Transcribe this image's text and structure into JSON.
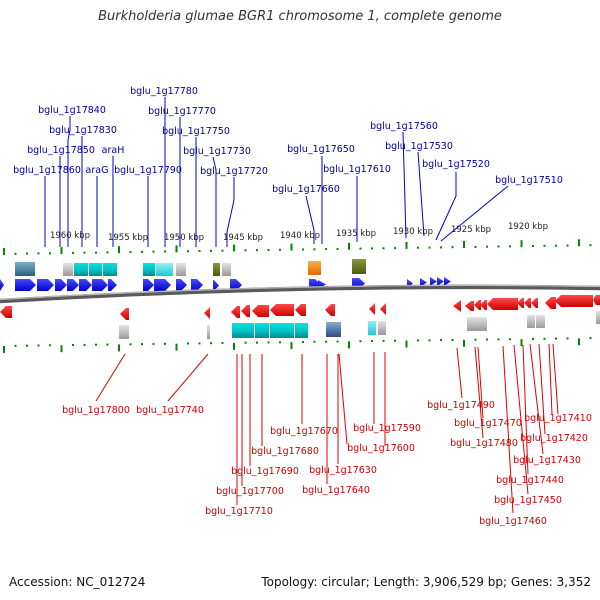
{
  "title": "Burkholderia glumae BGR1 chromosome 1, complete genome",
  "accession_label": "Accession:",
  "accession": "NC_012724",
  "topology_label": "Topology:",
  "topology": "circular",
  "length_label": "Length:",
  "length": "3,906,529 bp",
  "genes_label": "Genes:",
  "genes": "3,352",
  "scale": {
    "ticks": [
      "1960 kbp",
      "1955 kbp",
      "1950 kbp",
      "1945 kbp",
      "1940 kbp",
      "1935 kbp",
      "1930 kbp",
      "1925 kbp",
      "1920 kbp"
    ]
  },
  "colors": {
    "forward_strand": "#0000ee",
    "reverse_strand": "#ee0000",
    "forward_label": "#000099",
    "reverse_label": "#cc0000",
    "tick": "#008800",
    "backbone": "#555555",
    "cyan_feature": "#00c8c8",
    "gray_feature": "#aaaaaa",
    "orange_feature": "#ff8800",
    "olive_feature": "#667722",
    "slate_feature": "#4466aa"
  },
  "genes_forward": [
    "bglu_1g17860",
    "bglu_1g17850",
    "bglu_1g17840",
    "bglu_1g17830",
    "araG",
    "araH",
    "bglu_1g17790",
    "bglu_1g17780",
    "bglu_1g17770",
    "bglu_1g17750",
    "bglu_1g17730",
    "bglu_1g17720",
    "bglu_1g17660",
    "bglu_1g17650",
    "bglu_1g17610",
    "bglu_1g17560",
    "bglu_1g17530",
    "bglu_1g17520",
    "bglu_1g17510"
  ],
  "genes_reverse": [
    "bglu_1g17800",
    "bglu_1g17740",
    "bglu_1g17710",
    "bglu_1g17700",
    "bglu_1g17690",
    "bglu_1g17680",
    "bglu_1g17670",
    "bglu_1g17640",
    "bglu_1g17630",
    "bglu_1g17600",
    "bglu_1g17590",
    "bglu_1g17490",
    "bglu_1g17480",
    "bglu_1g17470",
    "bglu_1g17460",
    "bglu_1g17450",
    "bglu_1g17440",
    "bglu_1g17430",
    "bglu_1g17420",
    "bglu_1g17410"
  ]
}
